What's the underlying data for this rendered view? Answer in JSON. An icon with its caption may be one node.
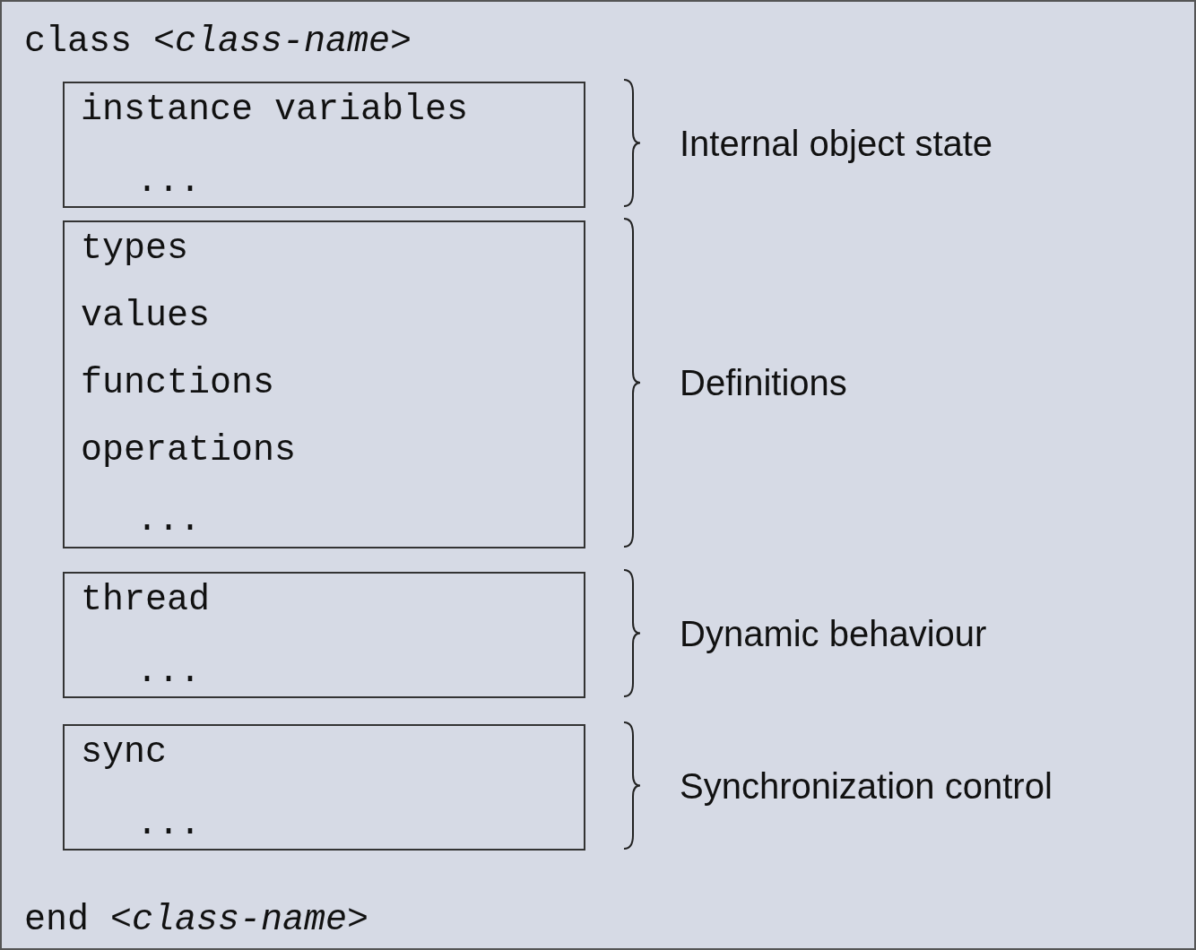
{
  "diagram": {
    "nodes": [
      {
        "text": [
          "class *<class-name>*",
          "end *<class-name>*"
        ]
      },
      {
        "text": [
          "instance variables",
          "..."
        ],
        "in": 0,
        "beside": [
          "Internal object state"
        ]
      },
      {
        "text": [
          "types",
          "values",
          "functions",
          "operations",
          "..."
        ],
        "in": 0,
        "beside": [
          "Definitions"
        ]
      },
      {
        "text": [
          "thread",
          "..."
        ],
        "in": 0,
        "beside": [
          "Dynamic behaviour"
        ]
      },
      {
        "text": [
          "sync",
          "..."
        ],
        "in": 0,
        "beside": [
          "Synchronization control"
        ]
      }
    ]
  }
}
